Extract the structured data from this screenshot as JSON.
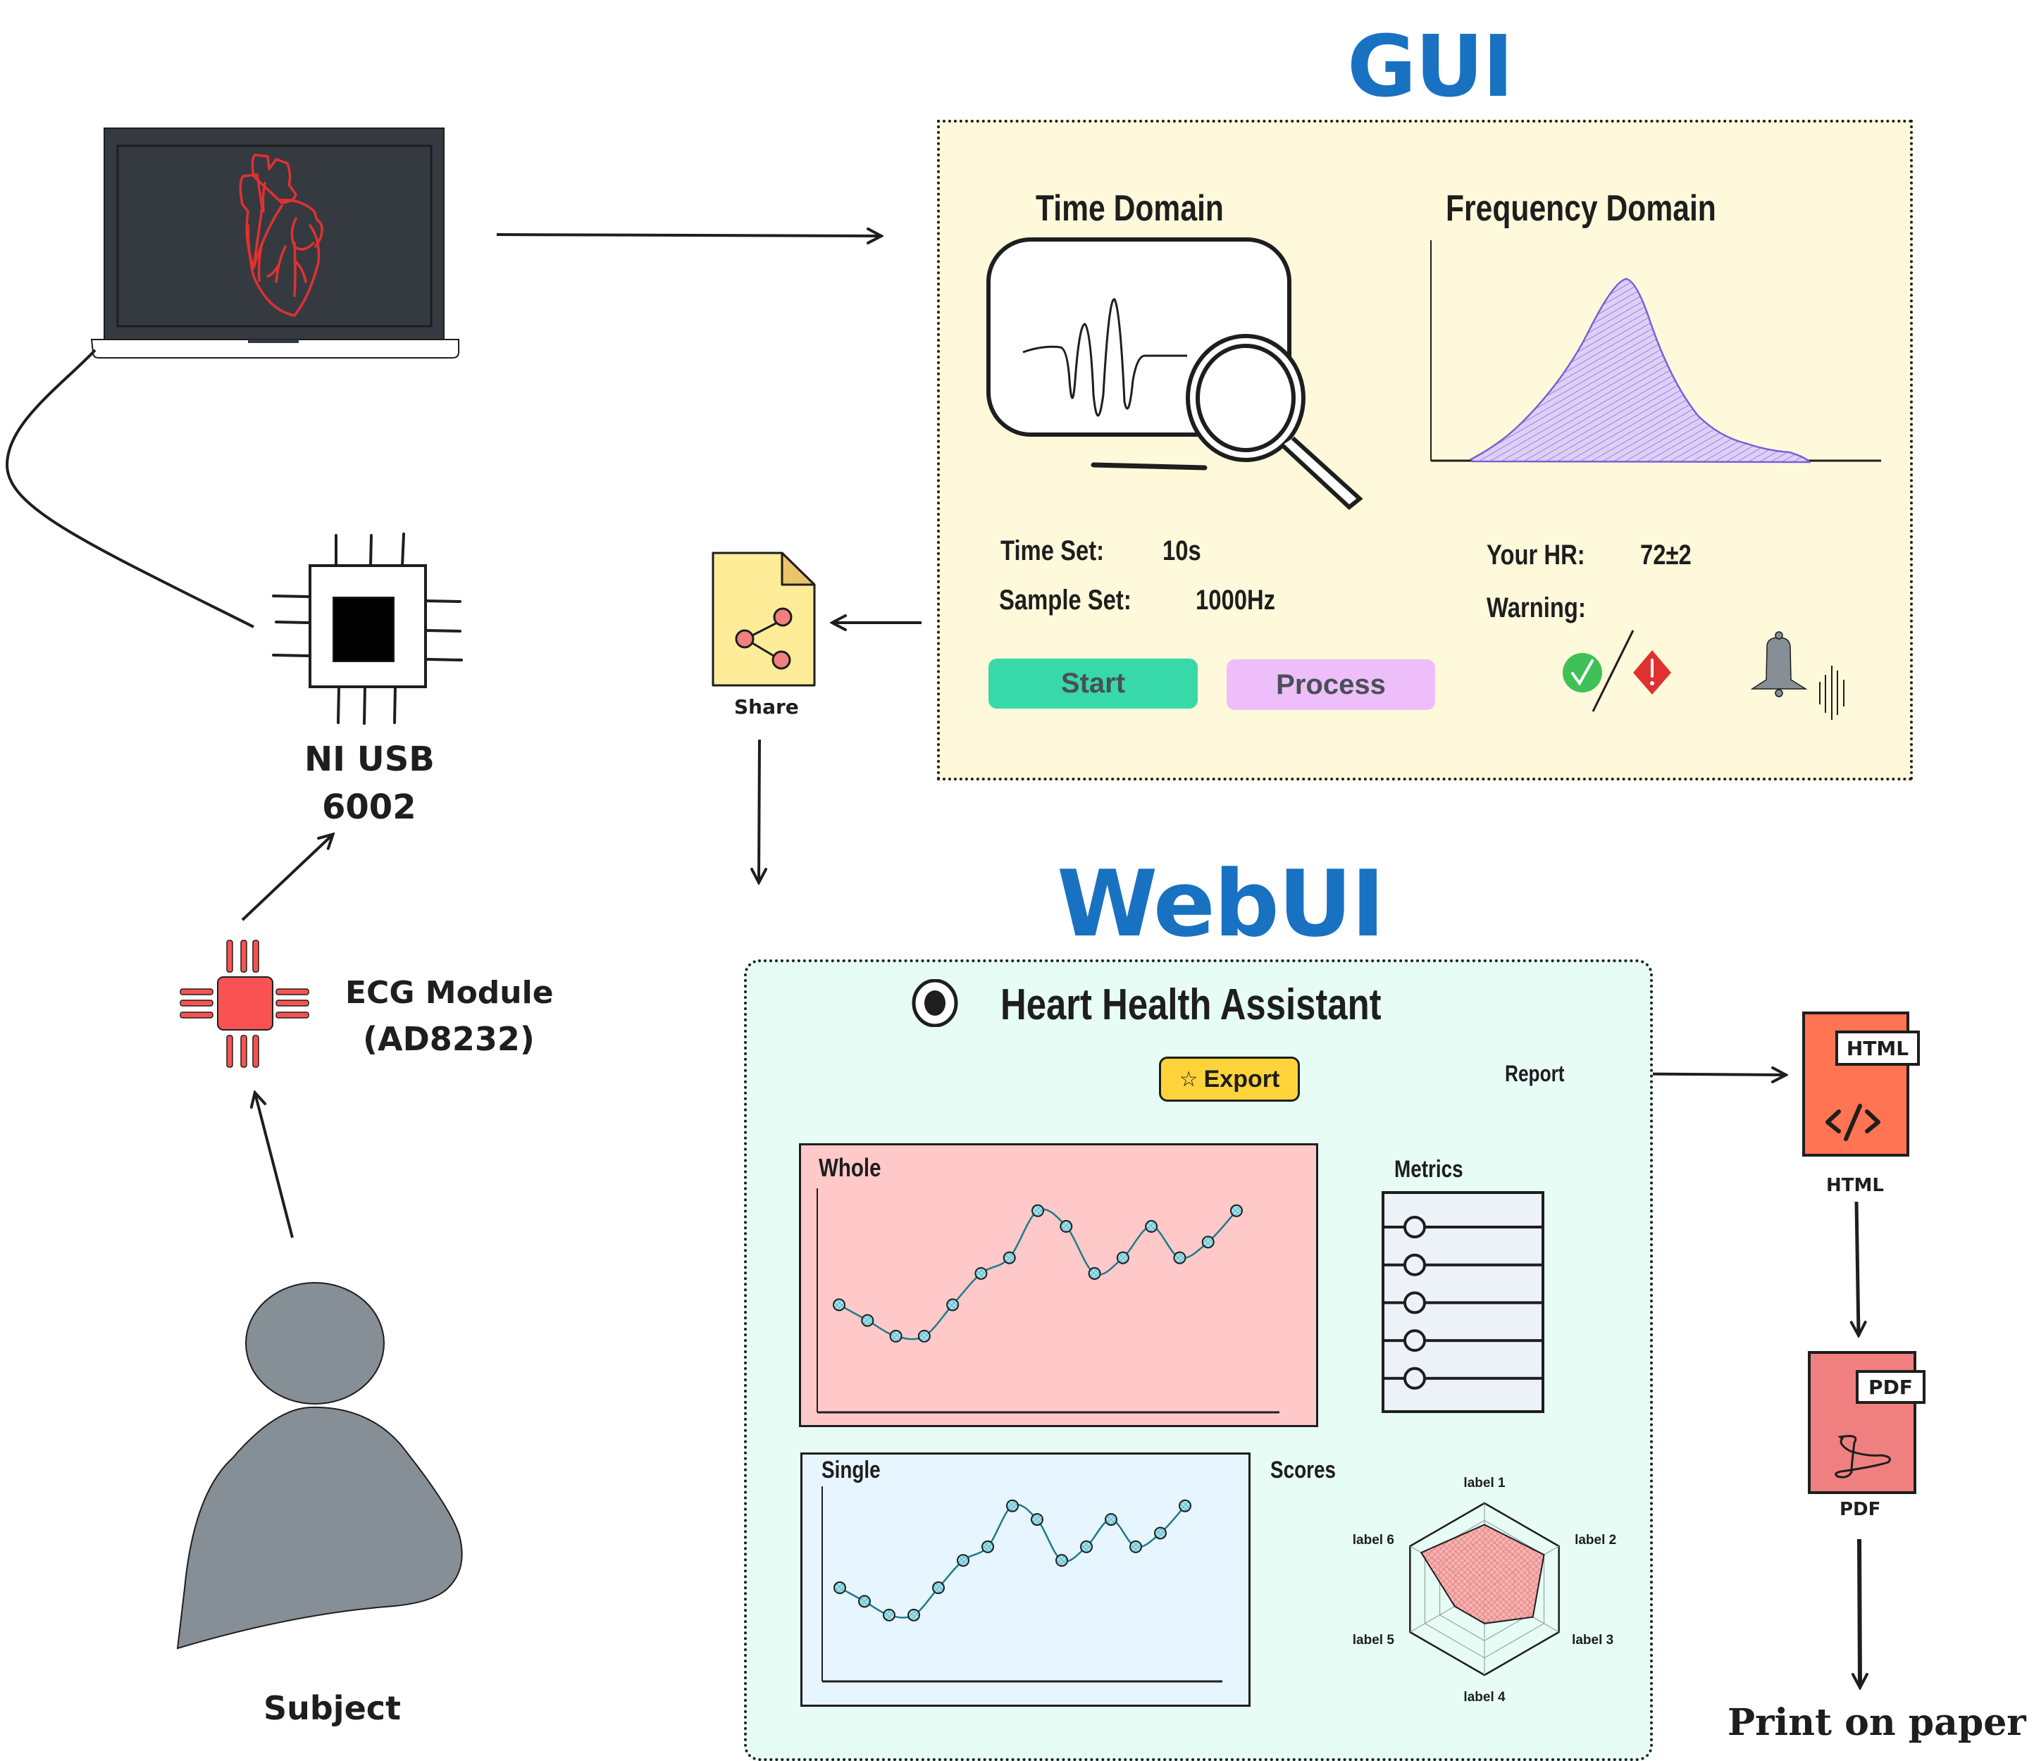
{
  "titles": {
    "gui": "GUI",
    "webui": "WebUI",
    "title_color": "#1971c2"
  },
  "hardware": {
    "daq_label_line1": "NI USB",
    "daq_label_line2": "6002",
    "ecg_label_line1": "ECG Module",
    "ecg_label_line2": "(AD8232)",
    "subject_label": "Subject",
    "laptop_icon": "laptop-heart-icon",
    "daq_icon": "chip-icon",
    "ecg_icon": "red-chip-icon",
    "subject_icon": "person-icon"
  },
  "share": {
    "label": "Share",
    "icon": "share-file-icon"
  },
  "gui": {
    "time_domain_title": "Time Domain",
    "frequency_domain_title": "Frequency Domain",
    "time_set_label": "Time Set:",
    "time_set_value": "10s",
    "sample_set_label": "Sample Set:",
    "sample_set_value": "1000Hz",
    "hr_label": "Your HR:",
    "hr_value": "72±2",
    "warning_label": "Warning:",
    "start_button": "Start",
    "process_button": "Process",
    "start_color": "#38d9a9",
    "process_color": "#eebefa",
    "panel_color": "#fff9db",
    "icons": [
      "monitor-waveform-icon",
      "magnifier-icon",
      "check-icon",
      "alert-diamond-icon",
      "bell-icon",
      "sound-wave-icon"
    ]
  },
  "webui": {
    "app_title": "Heart Health Assistant",
    "export_button": "Export",
    "export_star": "☆",
    "report_label": "Report",
    "whole_title": "Whole",
    "metrics_title": "Metrics",
    "single_title": "Single",
    "scores_title": "Scores",
    "metrics_rows": 5,
    "panel_color": "#e6fcf5",
    "whole_bg": "#ffc9c9",
    "single_bg": "#e7f5ff",
    "metrics_bg": "#edf2f8",
    "export_color": "#ffd43b"
  },
  "output": {
    "html_tag": "HTML",
    "html_label": "HTML",
    "pdf_tag": "PDF",
    "pdf_label": "PDF",
    "print_label": "Print on paper",
    "html_color": "#ff7452",
    "pdf_color": "#f08080"
  },
  "chart_data": [
    {
      "type": "line",
      "title": "Whole",
      "x": [
        1,
        2,
        3,
        4,
        5,
        6,
        7,
        8,
        9,
        10,
        11,
        12,
        13,
        14,
        15
      ],
      "values": [
        4.8,
        4.1,
        3.4,
        3.4,
        4.8,
        6.2,
        6.9,
        9.0,
        8.3,
        6.2,
        6.9,
        8.3,
        6.9,
        7.6,
        9.0
      ],
      "ylim": [
        0,
        10
      ],
      "xlabel": "",
      "ylabel": "",
      "line_color": "#1c7c8c",
      "marker_color": "#8fd3e0"
    },
    {
      "type": "line",
      "title": "Single",
      "x": [
        1,
        2,
        3,
        4,
        5,
        6,
        7,
        8,
        9,
        10,
        11,
        12,
        13,
        14,
        15
      ],
      "values": [
        4.8,
        4.1,
        3.4,
        3.4,
        4.8,
        6.2,
        6.9,
        9.0,
        8.3,
        6.2,
        6.9,
        8.3,
        6.9,
        7.6,
        9.0
      ],
      "ylim": [
        0,
        10
      ],
      "xlabel": "",
      "ylabel": "",
      "line_color": "#1c7c8c",
      "marker_color": "#8fd3e0"
    },
    {
      "type": "radar",
      "title": "Scores",
      "categories": [
        "label 1",
        "label 2",
        "label 3",
        "label 4",
        "label 5",
        "label 6"
      ],
      "values": [
        0.75,
        0.8,
        0.65,
        0.4,
        0.4,
        0.85
      ],
      "range": [
        0,
        1
      ],
      "rings": 5,
      "fill_color": "#f28b8b"
    },
    {
      "type": "area",
      "title": "Frequency Domain",
      "shape": "skewed-bell",
      "fill_color": "#c5b4f0",
      "line_color": "#7b5fd6"
    }
  ]
}
